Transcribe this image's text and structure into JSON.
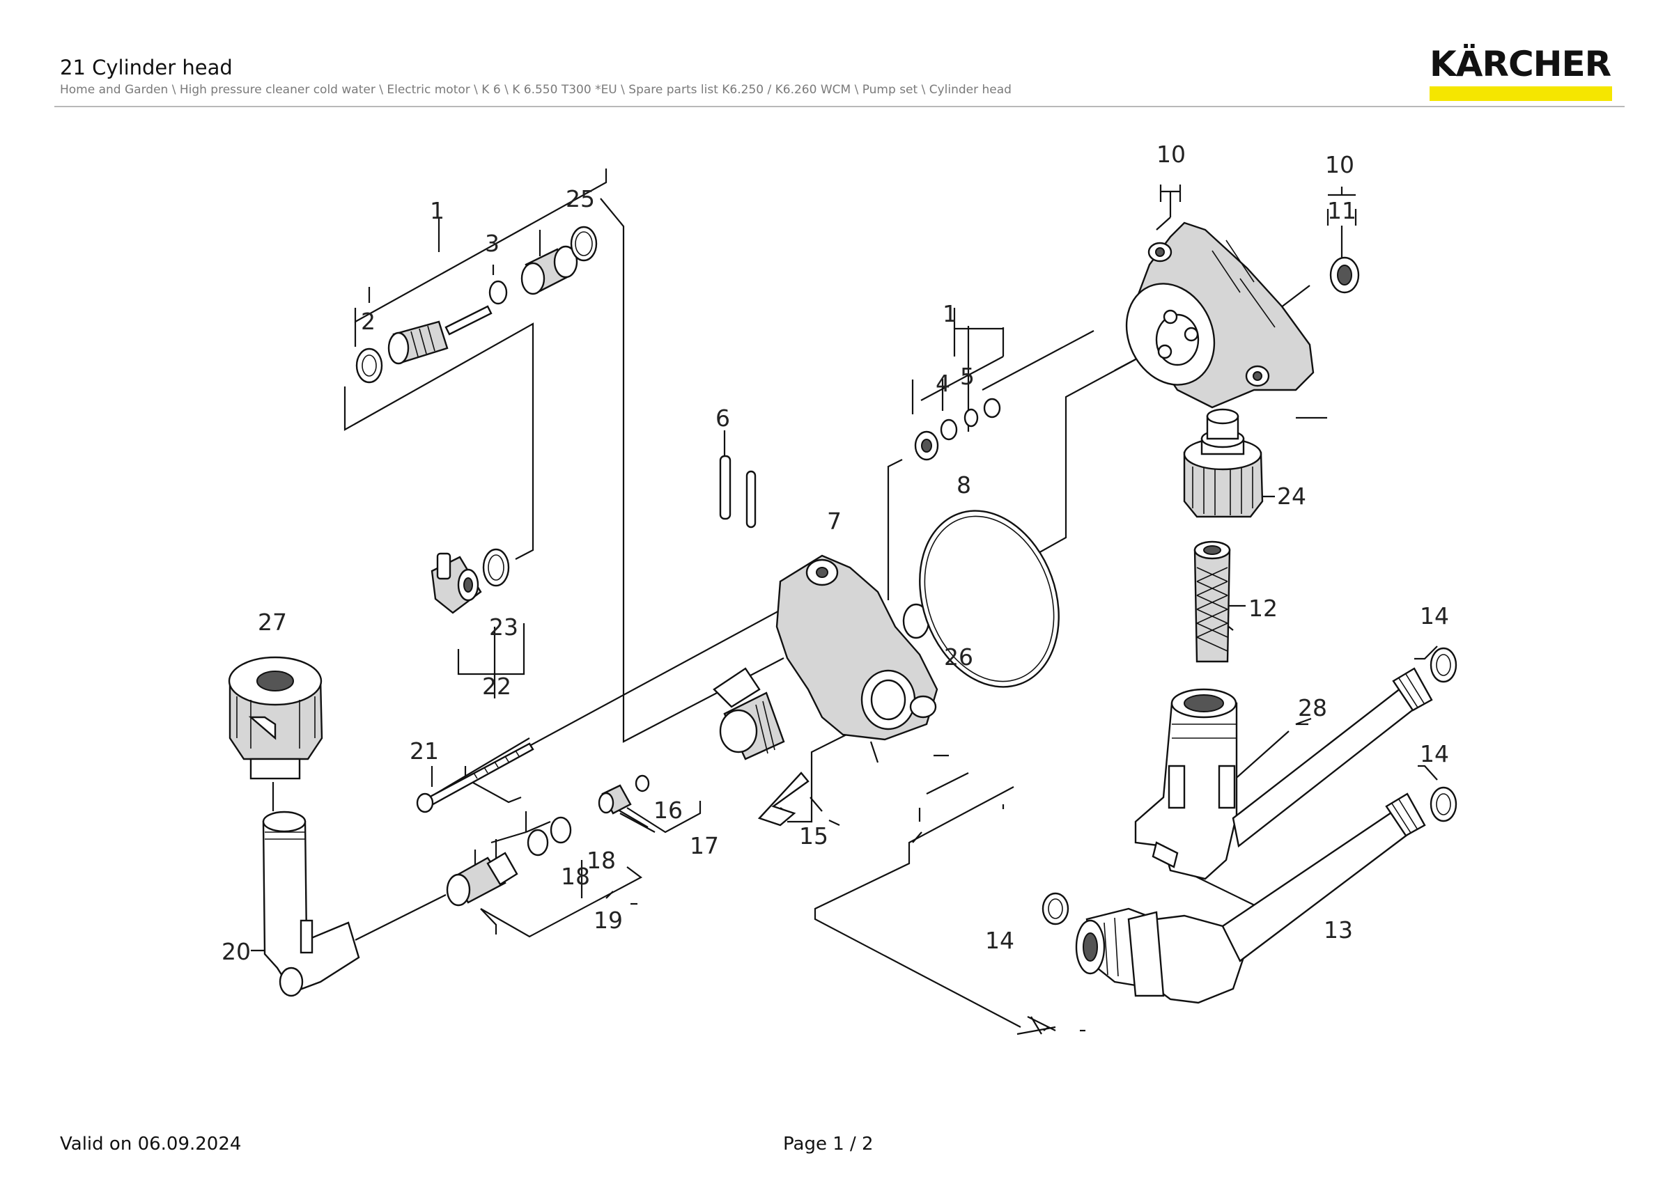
{
  "page": {
    "title": "21 Cylinder head",
    "breadcrumb": "Home and Garden \\ High pressure cleaner cold water \\ Electric motor \\ K 6 \\ K 6.550 T300 *EU \\ Spare parts list K6.250 / K6.260 WCM \\ Pump set \\ Cylinder head"
  },
  "brand": {
    "name": "KÄRCHER",
    "accent_color": "#f5e600"
  },
  "footer": {
    "valid": "Valid on 06.09.2024",
    "page": "Page 1 / 2"
  },
  "diagram": {
    "part_numbers": {
      "p1a": "1",
      "p2": "2",
      "p3": "3",
      "p25": "25",
      "p1b": "1",
      "p4": "4",
      "p5": "5",
      "p6": "6",
      "p7": "7",
      "p8": "8",
      "p10a": "10",
      "p10b": "10",
      "p11": "11",
      "p24": "24",
      "p12": "12",
      "p14a": "14",
      "p28": "28",
      "p14b": "14",
      "p13": "13",
      "p14c": "14",
      "p26": "26",
      "p23": "23",
      "p22": "22",
      "p27": "27",
      "p21": "21",
      "p16": "16",
      "p17": "17",
      "p18a": "18",
      "p18b": "18",
      "p15": "15",
      "p19": "19",
      "p20": "20"
    }
  }
}
